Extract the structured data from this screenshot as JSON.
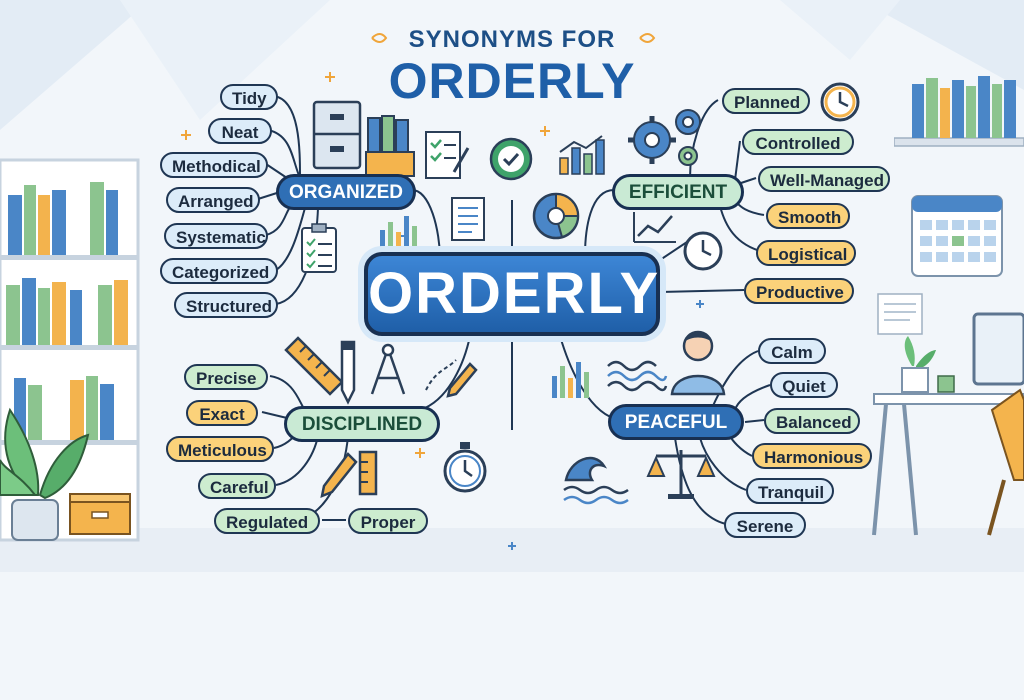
{
  "title": {
    "line1": "SYNONYMS FOR",
    "line2": "ORDERLY"
  },
  "center": "ORDERLY",
  "hubs": {
    "organized": "ORGANIZED",
    "efficient": "EFFICIENT",
    "disciplined": "DISCIPLINED",
    "peaceful": "PEACEFUL"
  },
  "organized_words": [
    "Tidy",
    "Neat",
    "Methodical",
    "Arranged",
    "Systematic",
    "Categorized",
    "Structured"
  ],
  "efficient_words": [
    "Planned",
    "Controlled",
    "Well-Managed",
    "Smooth",
    "Logistical",
    "Productive"
  ],
  "disciplined_words": [
    "Precise",
    "Exact",
    "Meticulous",
    "Careful",
    "Regulated",
    "Proper"
  ],
  "peaceful_words": [
    "Calm",
    "Quiet",
    "Balanced",
    "Harmonious",
    "Tranquil",
    "Serene"
  ],
  "colors": {
    "title": "#1f5fa8",
    "outline": "#1f3653",
    "blue": "#dcecf9",
    "green": "#cdeccf",
    "orange": "#fbd27a"
  },
  "icons": [
    "bookshelf-icon",
    "plant-icon",
    "box-icon",
    "file-cabinet-icon",
    "folders-icon",
    "checklist-icon",
    "clipboard-icon",
    "document-icon",
    "check-badge-icon",
    "bar-chart-icon",
    "pie-chart-icon",
    "gear-icon",
    "clock-icon",
    "line-chart-icon",
    "calendar-icon",
    "desk-icon",
    "monitor-icon",
    "chair-icon",
    "ruler-icon",
    "pencil-icon",
    "compass-icon",
    "stopwatch-icon",
    "person-icon",
    "wave-icon",
    "scales-icon",
    "sparkle-icon"
  ]
}
